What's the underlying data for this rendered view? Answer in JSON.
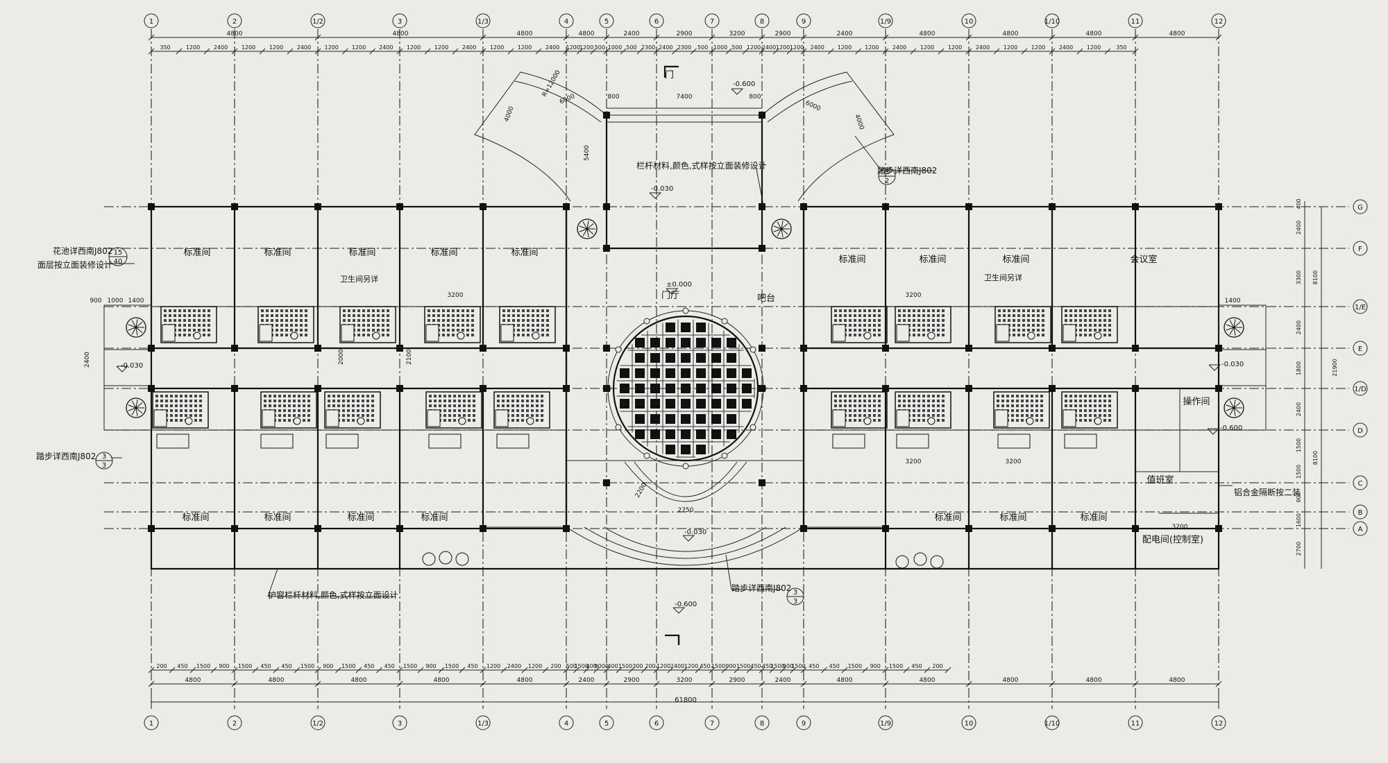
{
  "drawing": {
    "axes_numeric": [
      "1",
      "2",
      "1/2",
      "3",
      "1/3",
      "4",
      "5",
      "6",
      "7",
      "8",
      "9",
      "1/9",
      "10",
      "1/10",
      "11",
      "12"
    ],
    "axes_letters": [
      "G",
      "F",
      "1/E",
      "E",
      "1/D",
      "D",
      "C",
      "B",
      "A"
    ],
    "dims_top_major": [
      "4800",
      "4800",
      "4800",
      "4800",
      "2400",
      "2900",
      "3200",
      "2900",
      "2400",
      "4800",
      "4800",
      "4800",
      "4800"
    ],
    "dims_bottom_major": [
      "4800",
      "4800",
      "4800",
      "4800",
      "4800",
      "2400",
      "2900",
      "3200",
      "2900",
      "2400",
      "4800",
      "4800",
      "4800",
      "4800",
      "4800"
    ],
    "dims_bottom_mid": [
      "200",
      "450",
      "1500",
      "900",
      "1500",
      "450",
      "450",
      "1500",
      "900",
      "1500",
      "450",
      "450",
      "1500",
      "900",
      "1500",
      "450",
      "1200",
      "2400",
      "1200",
      "200",
      "500",
      "1500",
      "400",
      "9000",
      "400",
      "1500",
      "300",
      "200",
      "1200",
      "2400",
      "1200",
      "450",
      "1500",
      "900",
      "1500",
      "450",
      "450",
      "1500",
      "900",
      "1500",
      "450",
      "450",
      "1500",
      "900",
      "1500",
      "450",
      "200"
    ],
    "dims_top_minor": [
      "350",
      "1200",
      "2400",
      "1200",
      "1200",
      "2400",
      "1200",
      "1200",
      "2400",
      "1200",
      "1200",
      "2400",
      "1200",
      "1200",
      "2400",
      "1200",
      "1200",
      "500",
      "1000",
      "500",
      "2300",
      "2400",
      "2300",
      "500",
      "1000",
      "500",
      "1200",
      "2400",
      "1200",
      "1200",
      "2400",
      "1200",
      "1200",
      "2400",
      "1200",
      "1200",
      "2400",
      "1200",
      "1200",
      "2400",
      "1200",
      "350"
    ],
    "dims_right": [
      "400",
      "2400",
      "3300",
      "2400",
      "1800",
      "2400",
      "1500",
      "1500",
      "900",
      "1600",
      "2700"
    ],
    "dims_right_total": [
      "8100",
      "21900",
      "8100"
    ],
    "overall_width": "61800",
    "rooms": {
      "std": "标准间",
      "meeting": "会议室",
      "lobby": "门厅",
      "bar": "吧台",
      "duty": "值班室",
      "control": "操作间",
      "electric": "配电间(控制室)"
    },
    "notes": {
      "railing": "栏杆材料,颜色,式样按立面装修设计",
      "steps_top_ref": "踏步详西南J802",
      "flower_ref": "花池详西南J802",
      "facade_note": "面层按立面装修设计",
      "steps_left_ref": "踏步详西南J802",
      "window_rail": "护窗栏杆材料,颜色,式样按立面设计",
      "steps_bottom_ref": "踏步详西南J802",
      "wc_note": "卫生间另详",
      "partition": "铝合金隔断按二装",
      "door_label": "门",
      "curve_radius": "R=12000"
    },
    "callouts": {
      "top_steps": {
        "num": "3",
        "den": "2"
      },
      "flower": {
        "num": "15",
        "den": "40"
      },
      "left_steps": {
        "num": "3",
        "den": "3"
      },
      "bottom_steps": {
        "num": "3",
        "den": "3"
      }
    },
    "levels": {
      "top": "-0.600",
      "entrance": "-0.030",
      "lobby": "±0.000",
      "side": "-0.030",
      "right": "-0.030",
      "right_low": "-0.600",
      "front": "-0.030",
      "bottom": "-0.600"
    },
    "misc_dims": {
      "d7400": "7400",
      "d800a": "800",
      "d800b": "800",
      "d5400": "5400",
      "d6000a": "6000",
      "d6000b": "6000",
      "d4000a": "4000",
      "d4000b": "4000",
      "d3200a": "3200",
      "d3200b": "3200",
      "d3200c": "3200",
      "d3200d": "3200",
      "d2750": "2750",
      "d2200": "2200",
      "d1400a": "1400",
      "d1400b": "1400",
      "d900": "900",
      "d1000": "1000",
      "d2000": "2000",
      "d2100": "2100",
      "d2400": "2400",
      "d3200e": "3200"
    }
  }
}
